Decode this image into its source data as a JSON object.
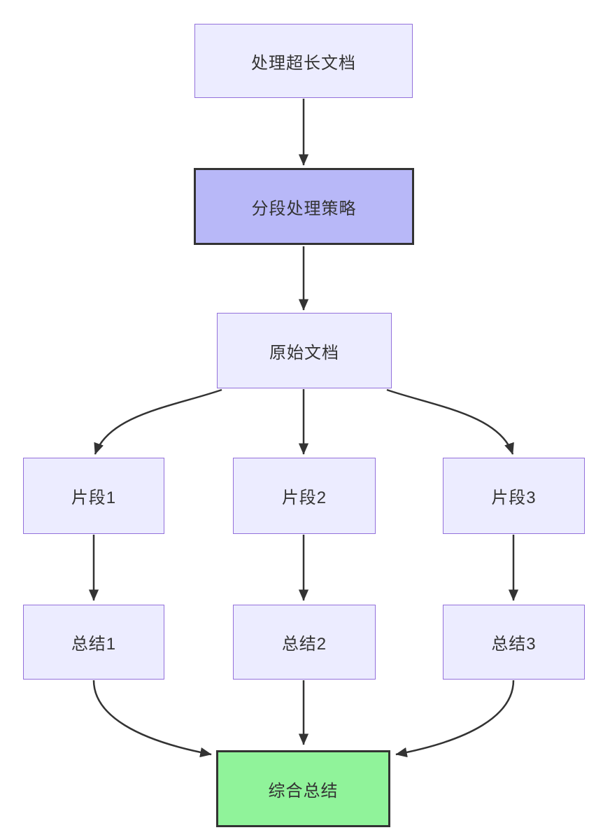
{
  "diagram": {
    "type": "flowchart",
    "direction": "top-down",
    "nodes": {
      "task": {
        "label": "处理超长文档",
        "style": "light"
      },
      "strategy": {
        "label": "分段处理策略",
        "style": "accent"
      },
      "doc": {
        "label": "原始文档",
        "style": "light"
      },
      "seg1": {
        "label": "片段1",
        "style": "light"
      },
      "seg2": {
        "label": "片段2",
        "style": "light"
      },
      "seg3": {
        "label": "片段3",
        "style": "light"
      },
      "sum1": {
        "label": "总结1",
        "style": "light"
      },
      "sum2": {
        "label": "总结2",
        "style": "light"
      },
      "sum3": {
        "label": "总结3",
        "style": "light"
      },
      "final": {
        "label": "综合总结",
        "style": "final"
      }
    },
    "edges": [
      {
        "from": "task",
        "to": "strategy"
      },
      {
        "from": "strategy",
        "to": "doc"
      },
      {
        "from": "doc",
        "to": "seg1"
      },
      {
        "from": "doc",
        "to": "seg2"
      },
      {
        "from": "doc",
        "to": "seg3"
      },
      {
        "from": "seg1",
        "to": "sum1"
      },
      {
        "from": "seg2",
        "to": "sum2"
      },
      {
        "from": "seg3",
        "to": "sum3"
      },
      {
        "from": "sum1",
        "to": "final"
      },
      {
        "from": "sum2",
        "to": "final"
      },
      {
        "from": "sum3",
        "to": "final"
      }
    ],
    "colors": {
      "node_fill": "#ECECFF",
      "node_border": "#9370DB",
      "accent_fill": "#b8b8f8",
      "accent_border": "#333333",
      "final_fill": "#90f39a",
      "final_border": "#333333",
      "edge_stroke": "#333333",
      "text": "#333333",
      "background": "#ffffff"
    }
  }
}
